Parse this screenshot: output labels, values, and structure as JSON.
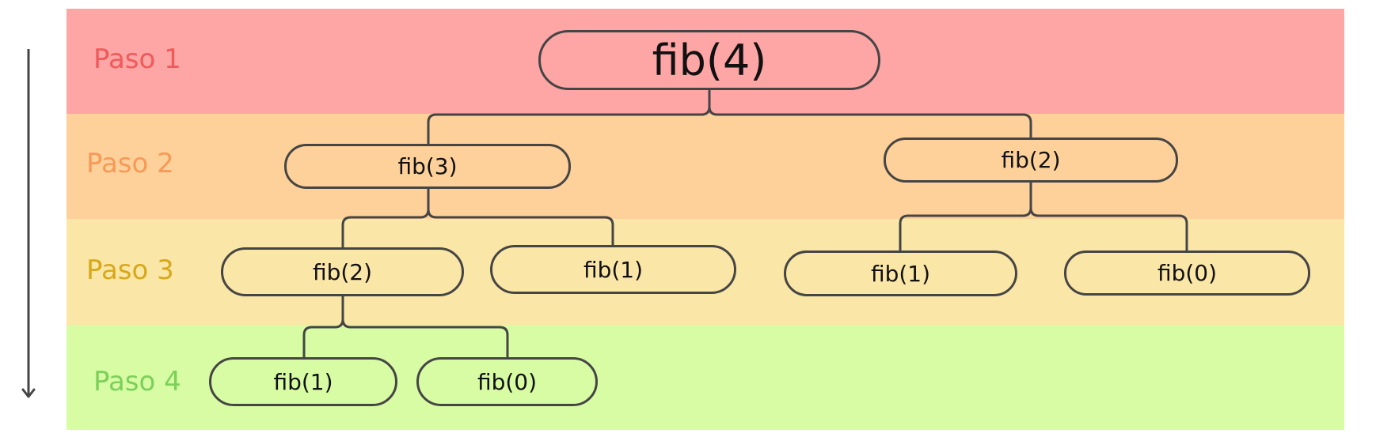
{
  "colors": {
    "step1_band": "#fea5a5",
    "step2_band": "#fed19a",
    "step3_band": "#fae6a6",
    "step4_band": "#d7fca4",
    "step1_label": "#f05a5a",
    "step2_label": "#f69a58",
    "step3_label": "#d8a81c",
    "step4_label": "#7cd05a",
    "line": "#454545"
  },
  "steps": [
    {
      "label": "Paso 1"
    },
    {
      "label": "Paso 2"
    },
    {
      "label": "Paso 3"
    },
    {
      "label": "Paso 4"
    }
  ],
  "tree": {
    "root": "fib(4)",
    "left": "fib(3)",
    "right": "fib(2)",
    "left_left": "fib(2)",
    "left_right": "fib(1)",
    "right_left": "fib(1)",
    "right_right": "fib(0)",
    "left_left_left": "fib(1)",
    "left_left_right": "fib(0)"
  },
  "icons": {
    "timeline": "down-arrow-icon"
  }
}
